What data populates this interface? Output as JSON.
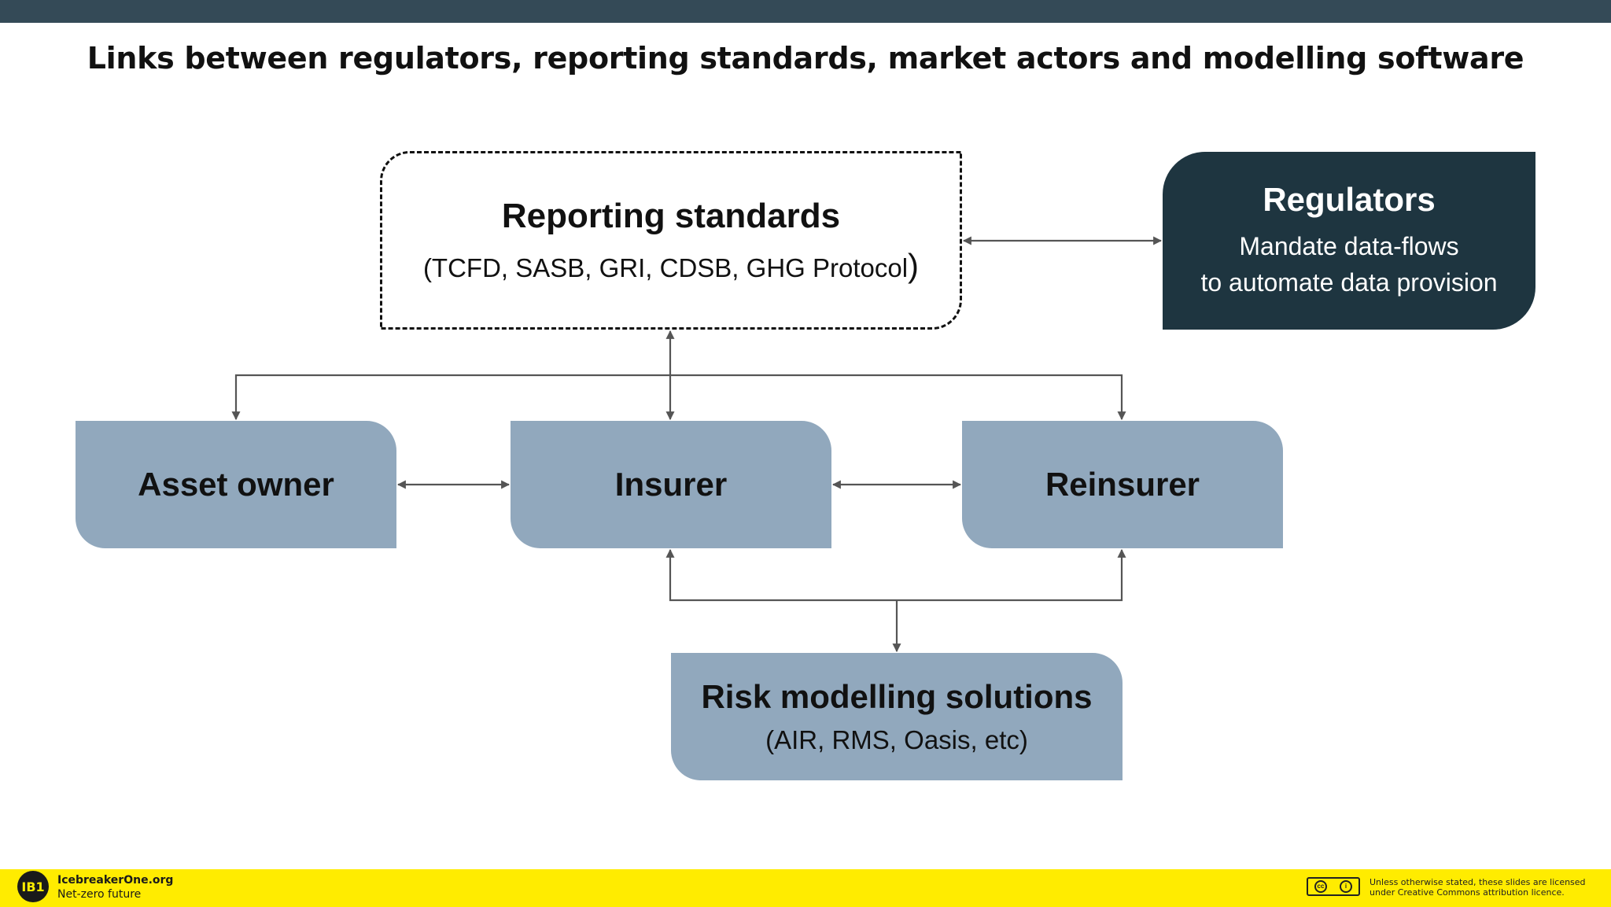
{
  "title": "Links between regulators, reporting standards, market actors and modelling software",
  "nodes": {
    "reporting": {
      "heading": "Reporting standards",
      "sub": "(TCFD, SASB, GRI, CDSB, GHG Protocol",
      "sub_paren": ")"
    },
    "regulators": {
      "heading": "Regulators",
      "line1": "Mandate data-flows",
      "line2": "to automate data provision"
    },
    "asset_owner": {
      "heading": "Asset owner"
    },
    "insurer": {
      "heading": "Insurer"
    },
    "reinsurer": {
      "heading": "Reinsurer"
    },
    "risk": {
      "heading": "Risk modelling solutions",
      "sub": "(AIR, RMS, Oasis, etc)"
    }
  },
  "footer": {
    "logo": "IB1",
    "brand_name": "IcebreakerOne.org",
    "brand_tagline": "Net-zero future",
    "licence_line1": "Unless otherwise stated, these slides are licensed",
    "licence_line2": "under Creative Commons attribution licence.",
    "cc_icons": [
      "cc-icon",
      "by-icon"
    ]
  },
  "colors": {
    "top_bar": "#344a57",
    "actor_fill": "#91a8bd",
    "regulator_fill": "#1e3540",
    "footer": "#ffec00",
    "connector": "#555555"
  }
}
